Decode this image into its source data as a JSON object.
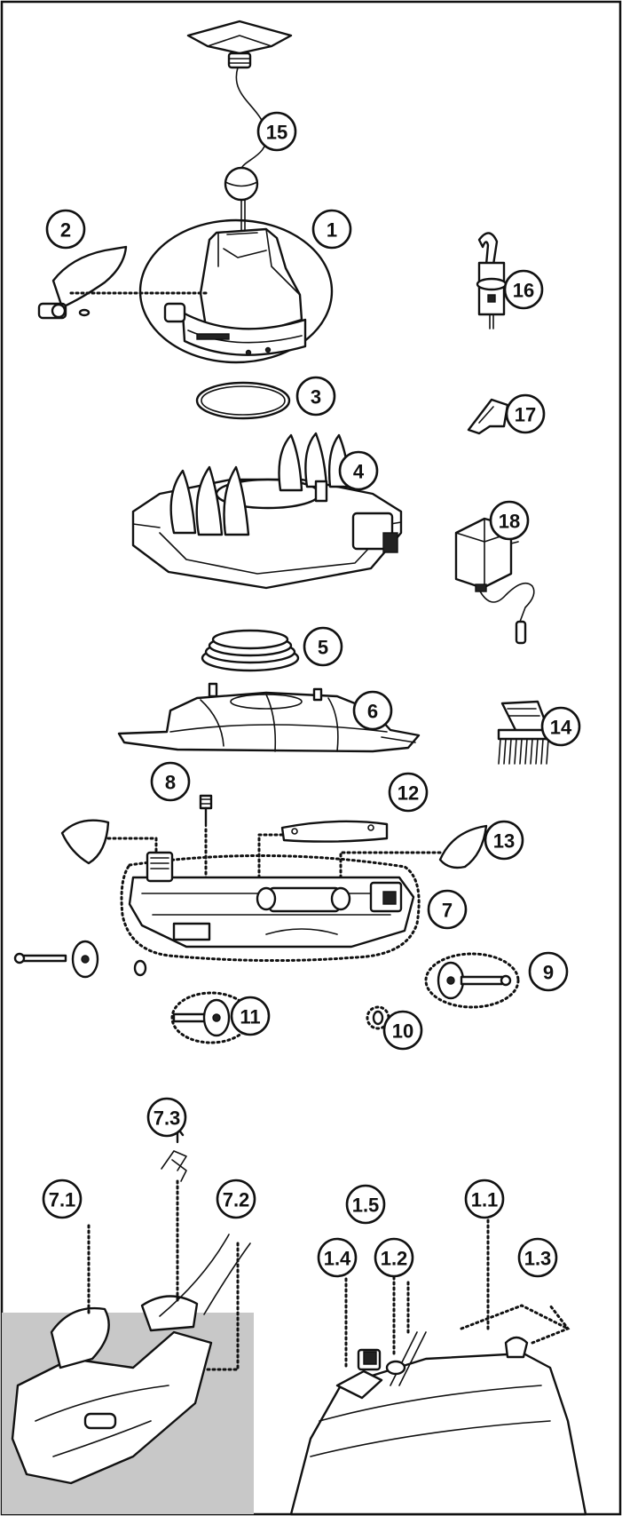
{
  "callouts": {
    "c1": "1",
    "c2": "2",
    "c3": "3",
    "c4": "4",
    "c5": "5",
    "c6": "6",
    "c7": "7",
    "c8": "8",
    "c9": "9",
    "c10": "10",
    "c11": "11",
    "c12": "12",
    "c13": "13",
    "c14": "14",
    "c15": "15",
    "c16": "16",
    "c17": "17",
    "c18": "18",
    "c7_1": "7.1",
    "c7_2": "7.2",
    "c7_3": "7.3",
    "c1_1": "1.1",
    "c1_2": "1.2",
    "c1_3": "1.3",
    "c1_4": "1.4",
    "c1_5": "1.5"
  },
  "colors": {
    "line": "#111111",
    "background": "#ffffff",
    "water": "#c8c8c8"
  }
}
